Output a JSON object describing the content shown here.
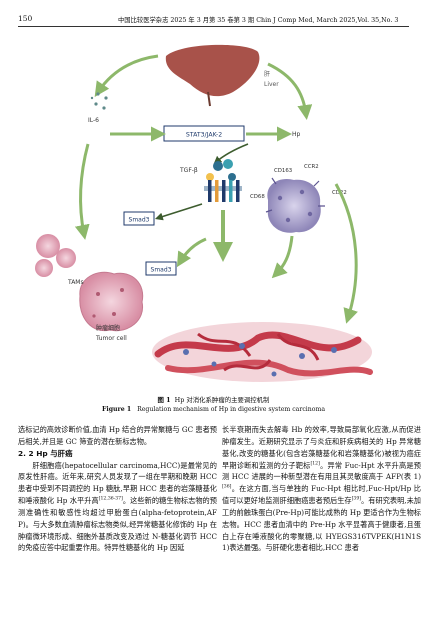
{
  "header": {
    "page_number": "150",
    "journal": "中国比较医学杂志 2025 年 3 月第 35 卷第 3 期  Chin J Comp Med, March 2025,Vol. 35,No. 3"
  },
  "figure": {
    "liver_label": "肝",
    "liver_label_en": "Liver",
    "il6": "IL-6",
    "stat3": "STAT3/JAK-2",
    "hp": "Hp",
    "tgfb": "TGF-β",
    "cd163": "CD163",
    "ccr2": "CCR2",
    "cd68": "CD68",
    "cd22": "CD22",
    "smad3_upper": "Smad3",
    "smad3_lower": "Smad3",
    "tams": "TAMs",
    "tumor_cn": "肿瘤细胞",
    "tumor_en": "Tumor cell",
    "colors": {
      "liver": "#a8524a",
      "arrow": "#8db86a",
      "box": "#1f3a6b",
      "tumor": "#d9a6b3",
      "vessel": "#c43a4a",
      "macrophage": "#a9a2c8"
    }
  },
  "caption": {
    "cn_label": "图 1",
    "cn_text": "Hp 对消化系肿瘤的主要调控机制",
    "en_label": "Figure 1",
    "en_text": "Regulation mechanism of Hp in digestive system carcinoma"
  },
  "left_column": [
    "选标记的高效诊断价值,血清 Hp 结合的异常聚糖与 GC 患者预后相关,并且是 GC 筛查的潜在新标志物。",
    "2. 2  Hp 与肝癌",
    "肝细胞癌(hepatocellular carcinoma,HCC)是最常见的原发性肝癌。近年来,研究人员发现了一组在早期和晚期 HCC 患者中受到不同调控的 Hp 糖肽,早期 HCC 患者的岩藻糖基化和唾液酸化 Hp 水平升高",
    "[12,36-37]",
    "。这些新的糖生物标志物的预测准确性和敏感性均超过甲胎蛋白(alpha-fetoprotein,AFP)。与大多数血清肿瘤标志物类似,经异常糖基化修饰的 Hp 在肿瘤微环境形成、细胞外基质改变及通过 N-糖基化调节 HCC 的免疫应答中起重要作用。特异性糖基化的 Hp 因延"
  ],
  "right_column": [
    "长半衰期而失去解毒 Hb 的效率,导致局部氧化应激,从而促进肿瘤发生。近期研究显示了与炎症和肝疾病相关的 Hp 异常糖基化,改变的糖基化(包含岩藻糖基化和岩藻糖基化)被视为癌症早期诊断和监测的分子靶标",
    "[12]",
    "。异常 Fuc-Hpt 水平升高是预测 HCC 进展的一种新型潜在有用且其灵敏度高于 AFP(表 1)",
    "[36]",
    "。在这方面,当与单独的 Fuc-Hpt 相比时,Fuc-Hpt/Hp 比值可以更好地监测肝细胞癌患者预后生存",
    "[39]",
    "。有研究表明,未加工的前触珠蛋白(Pre-Hp)可能比成熟的 Hp 更适合作为生物标志物。HCC 患者血清中的 Pre-Hp 水平显著高于健康者,且蛋白上存在唾液酸化的零聚糖,以 HYEGS316TVPEK(H1N1S1)表达最强。与肝硬化患者相比,HCC 患者"
  ]
}
